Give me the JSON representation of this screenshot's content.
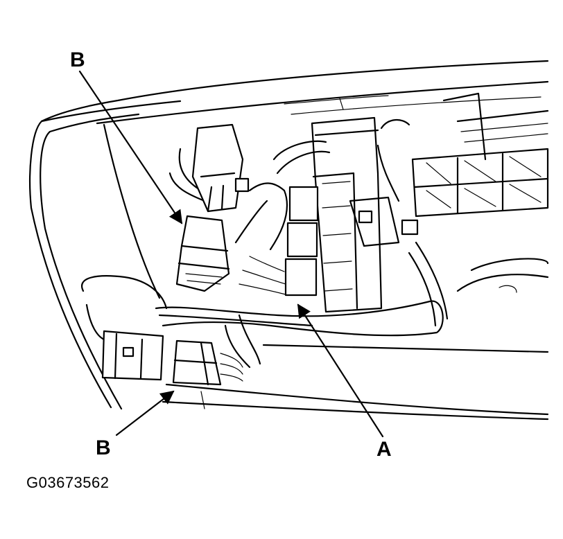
{
  "callouts": {
    "b_top": "B",
    "b_bottom": "B",
    "a": "A"
  },
  "figure_id": "G03673562"
}
